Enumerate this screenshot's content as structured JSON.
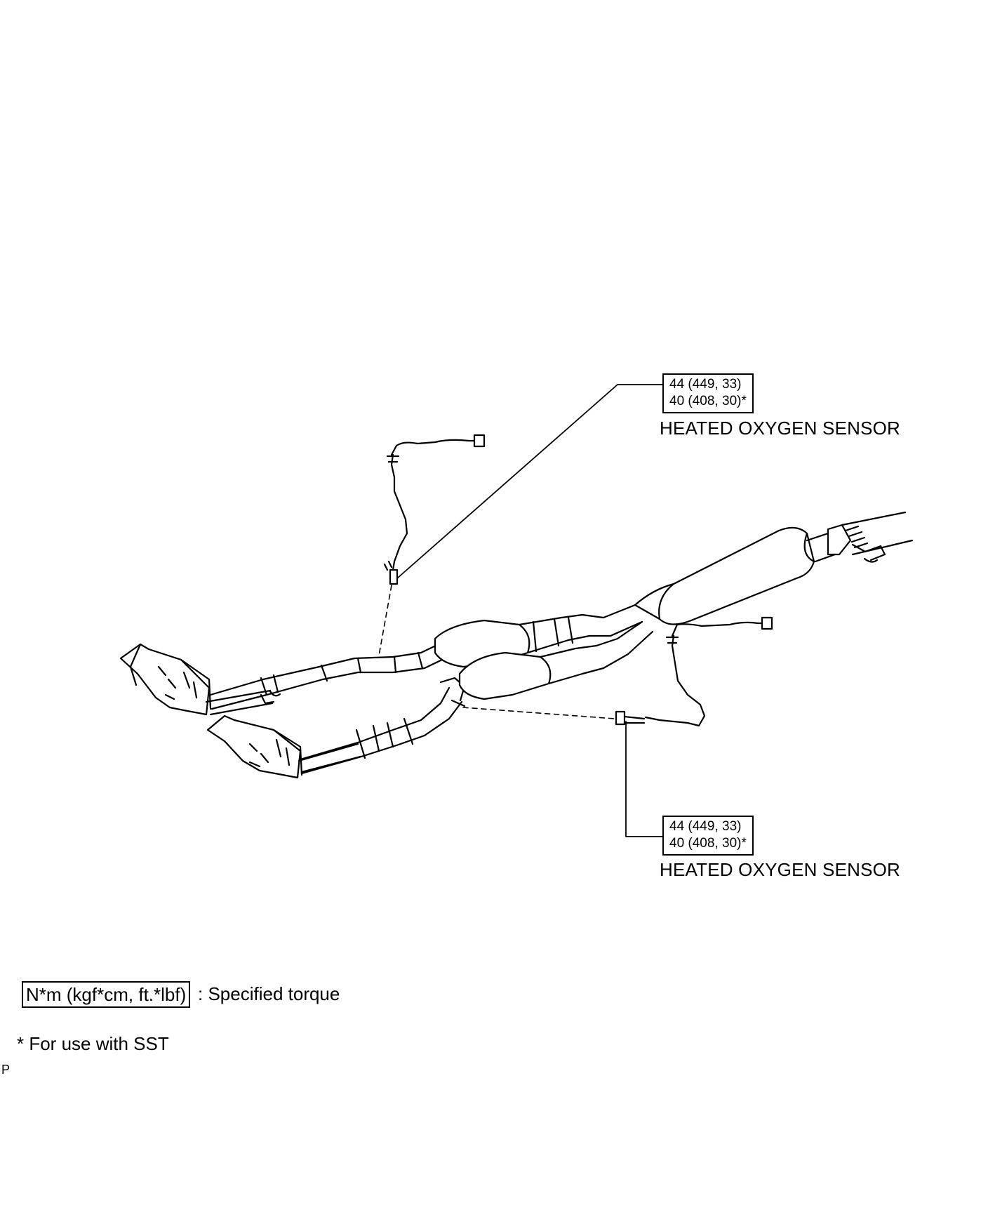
{
  "callouts": [
    {
      "torque_line_1": "44 (449, 33)",
      "torque_line_2": "40 (408, 30)*",
      "label": "HEATED OXYGEN SENSOR"
    },
    {
      "torque_line_1": "44 (449, 33)",
      "torque_line_2": "40 (408, 30)*",
      "label": "HEATED OXYGEN SENSOR"
    }
  ],
  "legend": {
    "unit_box": "N*m (kgf*cm, ft.*lbf)",
    "unit_desc": ": Specified torque",
    "sst_note": "* For use with SST",
    "corner_mark": "P"
  }
}
